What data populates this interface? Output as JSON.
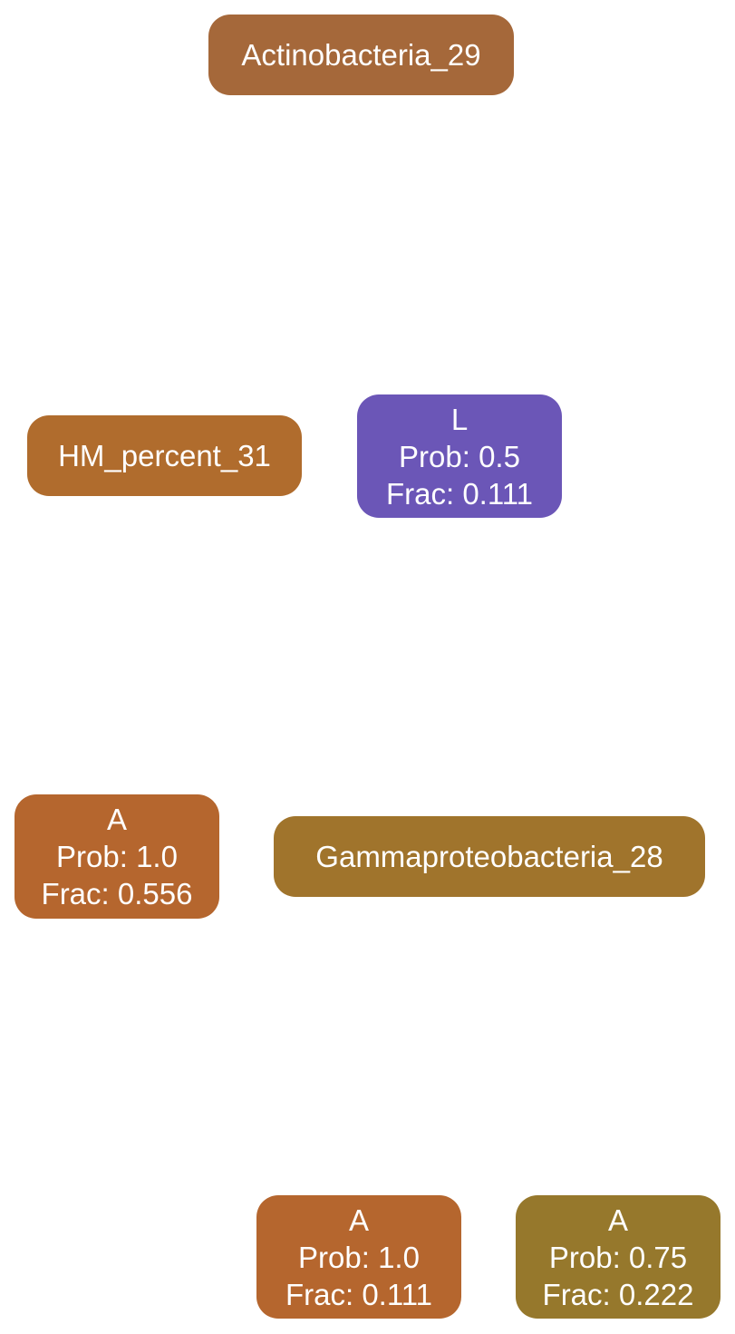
{
  "nodes": {
    "actinobacteria": {
      "label": "Actinobacteria_29",
      "color": "#a5683a"
    },
    "hm_percent": {
      "label": "HM_percent_31",
      "color": "#b06c2d"
    },
    "leaf_l": {
      "class": "L",
      "prob": "Prob: 0.5",
      "frac": "Frac: 0.111",
      "color": "#6b56b7"
    },
    "leaf_a1": {
      "class": "A",
      "prob": "Prob: 1.0",
      "frac": "Frac: 0.556",
      "color": "#b5662e"
    },
    "gammaproteobacteria": {
      "label": "Gammaproteobacteria_28",
      "color": "#a0742c"
    },
    "leaf_a2": {
      "class": "A",
      "prob": "Prob: 1.0",
      "frac": "Frac: 0.111",
      "color": "#b5662e"
    },
    "leaf_a3": {
      "class": "A",
      "prob": "Prob: 0.75",
      "frac": "Frac: 0.222",
      "color": "#96782c"
    }
  }
}
